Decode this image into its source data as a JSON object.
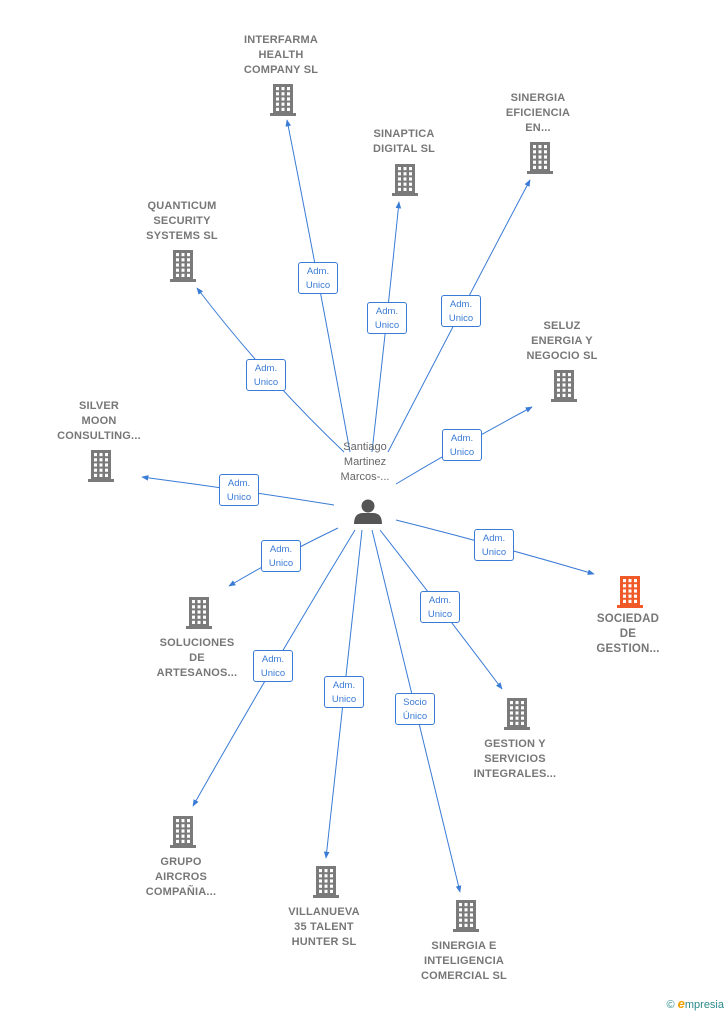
{
  "colors": {
    "edge": "#3a7bd5",
    "node": "#7a7a7a",
    "highlight": "#f05a28",
    "person": "#555555"
  },
  "person": {
    "label_lines": [
      "Santiago",
      "Martinez",
      "Marcos-..."
    ],
    "icon": "person-icon"
  },
  "companies": [
    {
      "id": "interfarma",
      "lines": [
        "INTERFARMA",
        "HEALTH",
        "COMPANY  SL"
      ],
      "highlight": false
    },
    {
      "id": "sinaptica",
      "lines": [
        "SINAPTICA",
        "DIGITAL  SL"
      ],
      "highlight": false
    },
    {
      "id": "sinergia-eficiencia",
      "lines": [
        "SINERGIA",
        "EFICIENCIA",
        "EN..."
      ],
      "highlight": false
    },
    {
      "id": "quanticum",
      "lines": [
        "QUANTICUM",
        "SECURITY",
        "SYSTEMS  SL"
      ],
      "highlight": false
    },
    {
      "id": "seluz",
      "lines": [
        "SELUZ",
        "ENERGIA Y",
        "NEGOCIO  SL"
      ],
      "highlight": false
    },
    {
      "id": "silver-moon",
      "lines": [
        "SILVER",
        "MOON",
        "CONSULTING..."
      ],
      "highlight": false
    },
    {
      "id": "sociedad",
      "lines": [
        "SOCIEDAD",
        "DE",
        "GESTION..."
      ],
      "highlight": true
    },
    {
      "id": "soluciones",
      "lines": [
        "SOLUCIONES",
        "DE",
        "ARTESANOS..."
      ],
      "highlight": false
    },
    {
      "id": "gestion",
      "lines": [
        "GESTION Y",
        "SERVICIOS",
        "INTEGRALES..."
      ],
      "highlight": false
    },
    {
      "id": "grupo-aircros",
      "lines": [
        "GRUPO",
        "AIRCROS",
        "COMPAÑIA..."
      ],
      "highlight": false
    },
    {
      "id": "villanueva",
      "lines": [
        "VILLANUEVA",
        "35 TALENT",
        "HUNTER  SL"
      ],
      "highlight": false
    },
    {
      "id": "sinergia-inteligencia",
      "lines": [
        "SINERGIA E",
        "INTELIGENCIA",
        "COMERCIAL SL"
      ],
      "highlight": false
    }
  ],
  "edges": [
    {
      "to": "interfarma",
      "label_lines": [
        "Adm.",
        "Unico"
      ]
    },
    {
      "to": "sinaptica",
      "label_lines": [
        "Adm.",
        "Unico"
      ]
    },
    {
      "to": "sinergia-eficiencia",
      "label_lines": [
        "Adm.",
        "Unico"
      ]
    },
    {
      "to": "quanticum",
      "label_lines": [
        "Adm.",
        "Unico"
      ]
    },
    {
      "to": "seluz",
      "label_lines": [
        "Adm.",
        "Unico"
      ]
    },
    {
      "to": "silver-moon",
      "label_lines": [
        "Adm.",
        "Unico"
      ]
    },
    {
      "to": "sociedad",
      "label_lines": [
        "Adm.",
        "Unico"
      ]
    },
    {
      "to": "soluciones",
      "label_lines": [
        "Adm.",
        "Unico"
      ]
    },
    {
      "to": "gestion",
      "label_lines": [
        "Adm.",
        "Unico"
      ]
    },
    {
      "to": "grupo-aircros",
      "label_lines": [
        "Adm.",
        "Unico"
      ]
    },
    {
      "to": "villanueva",
      "label_lines": [
        "Adm.",
        "Unico"
      ]
    },
    {
      "to": "sinergia-inteligencia",
      "label_lines": [
        "Socio",
        "Único"
      ]
    }
  ],
  "footer": {
    "copyright": "©",
    "brand_initial": "e",
    "brand_rest": "mpresia"
  }
}
